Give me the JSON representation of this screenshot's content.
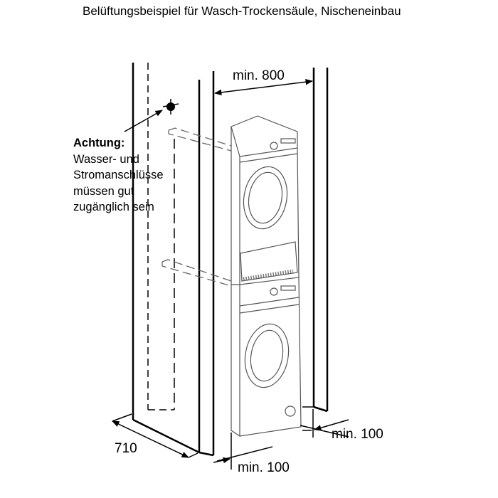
{
  "title": "Belüftungsbeispiel für Wasch-Trockensäule, Nischeneinbau",
  "note": {
    "heading": "Achtung:",
    "lines": [
      "Wasser- und",
      "Stromanschlüsse",
      "müssen gut",
      "zugänglich sein"
    ]
  },
  "dimensions": {
    "width_min": "min. 800",
    "depth": "710",
    "front_gap_min": "min. 100",
    "side_gap_min": "min. 100"
  }
}
